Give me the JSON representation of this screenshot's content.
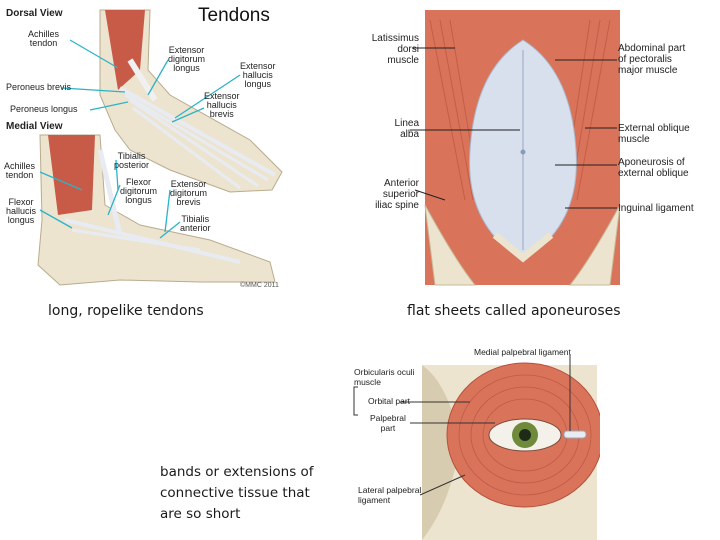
{
  "tendons_panel": {
    "title": "Tendons",
    "dorsal_view": "Dorsal View",
    "medial_view": "Medial View",
    "labels": {
      "achilles_top": [
        "Achilles",
        "tendon"
      ],
      "peroneus_brevis": "Peroneus brevis",
      "peroneus_longus": "Peroneus longus",
      "ext_dig_longus": [
        "Extensor",
        "digitorum",
        "longus"
      ],
      "ext_hall_longus": [
        "Extensor",
        "hallucis",
        "longus"
      ],
      "ext_hall_brevis": [
        "Extensor",
        "hallucis",
        "brevis"
      ],
      "achilles_bottom": [
        "Achilles",
        "tendon"
      ],
      "tib_posterior": [
        "Tibialis",
        "posterior"
      ],
      "flex_dig_longus": [
        "Flexor",
        "digitorum",
        "longus"
      ],
      "ext_dig_brevis": [
        "Extensor",
        "digitorum",
        "brevis"
      ],
      "flex_hall_longus": [
        "Flexor",
        "hallucis",
        "longus"
      ],
      "tib_anterior": [
        "Tibialis",
        "anterior"
      ],
      "copyright": "©MMC 2011"
    },
    "caption": "long, ropelike tendons"
  },
  "aponeuroses_panel": {
    "labels": {
      "latissimus": [
        "Latissimus",
        "dorsi",
        "muscle"
      ],
      "linea_alba": [
        "Linea",
        "alba"
      ],
      "ant_sup_iliac": [
        "Anterior",
        "superior",
        "iliac spine"
      ],
      "abd_pectoralis": [
        "Abdominal part",
        "of pectoralis",
        "major muscle"
      ],
      "ext_oblique": [
        "External oblique",
        "muscle"
      ],
      "aponeurosis_ext": [
        "Aponeurosis of",
        "external oblique"
      ],
      "inguinal": "Inguinal ligament"
    },
    "caption": "flat sheets called aponeuroses"
  },
  "eye_panel": {
    "labels": {
      "medial_palpebral": "Medial palpebral ligament",
      "orbicularis": [
        "Orbicularis oculi",
        "muscle"
      ],
      "orbital_part": "Orbital part",
      "palpebral_part": [
        "Palpebral",
        "part"
      ],
      "lateral_palpebral": [
        "Lateral palpebral",
        "ligament"
      ]
    },
    "caption": [
      "bands or extensions of",
      "connective tissue that",
      "are so short"
    ]
  },
  "colors": {
    "muscle": "#d9735a",
    "muscle_dark": "#b8503c",
    "tendon": "#e8ecf2",
    "leader": "#2bb3c8",
    "bone": "#ece4cf"
  }
}
